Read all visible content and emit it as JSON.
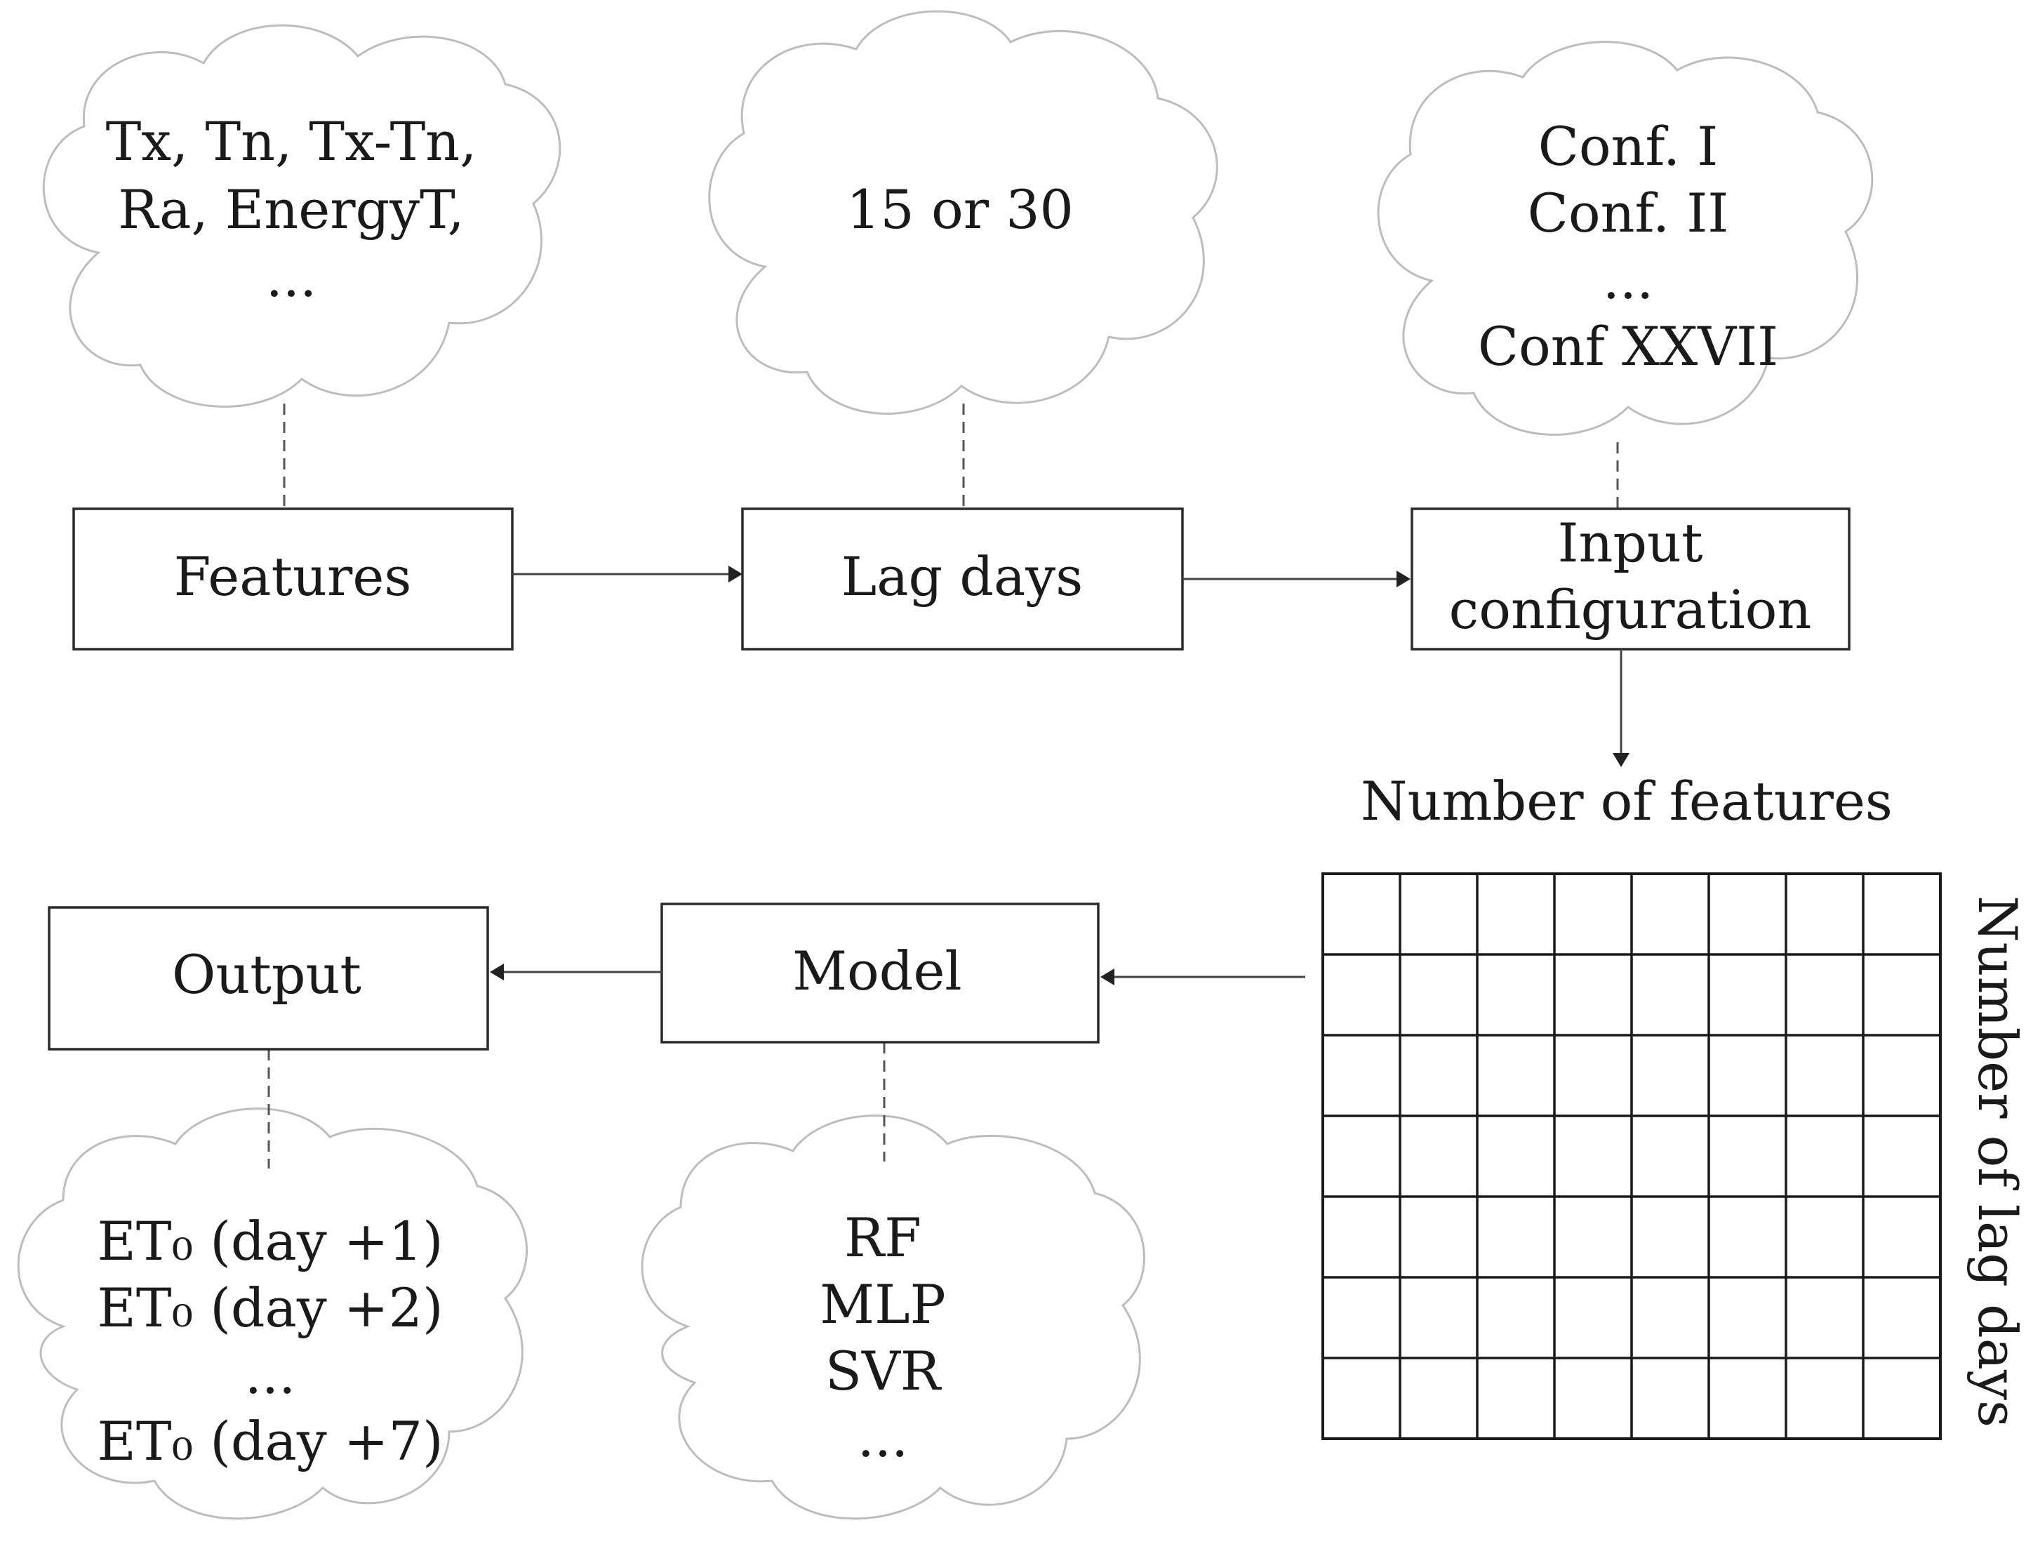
{
  "clouds": {
    "features": {
      "lines": [
        "Tx, Tn, Tx-Tn,",
        "Ra, EnergyT,",
        "..."
      ]
    },
    "lag_days": {
      "lines": [
        "15 or 30"
      ]
    },
    "input_configuration": {
      "lines": [
        "Conf. I",
        "Conf. II",
        "...",
        "Conf XXVII"
      ]
    },
    "output": {
      "lines": [
        "ET₀ (day +1)",
        "ET₀ (day +2)",
        "...",
        "ET₀ (day +7)"
      ]
    },
    "model": {
      "lines": [
        "RF",
        "MLP",
        "SVR",
        "..."
      ]
    }
  },
  "boxes": {
    "features": "Features",
    "lag_days": "Lag days",
    "input_configuration": [
      "Input",
      "configuration"
    ],
    "model": "Model",
    "output": "Output"
  },
  "matrix": {
    "top_label": "Number of features",
    "side_label": "Number of lag days",
    "columns": 8,
    "rows": 7
  }
}
